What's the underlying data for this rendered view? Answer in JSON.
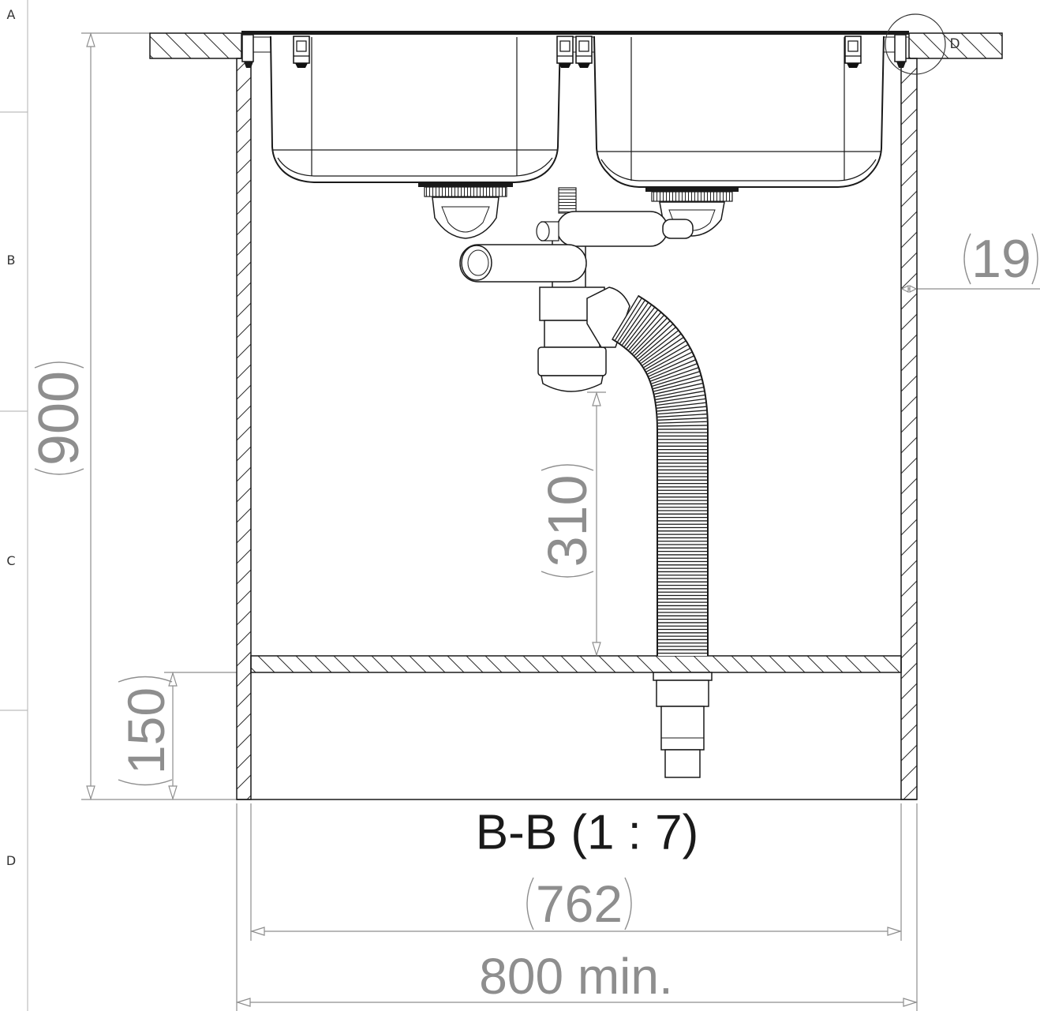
{
  "frame": {
    "zones": [
      "A",
      "B",
      "C",
      "D"
    ]
  },
  "section": {
    "title": "B-B (1 : 7)",
    "detail_label": "D"
  },
  "dimensions": {
    "overall_height": "900",
    "plinth_height": "150",
    "drain_clearance": "310",
    "wall_thickness": "19",
    "inner_width": "762",
    "cabinet_width": "800 min."
  },
  "colors": {
    "outline": "#1a1a1a",
    "dimension": "#8e8e8e",
    "frame": "#bdbdbd"
  }
}
